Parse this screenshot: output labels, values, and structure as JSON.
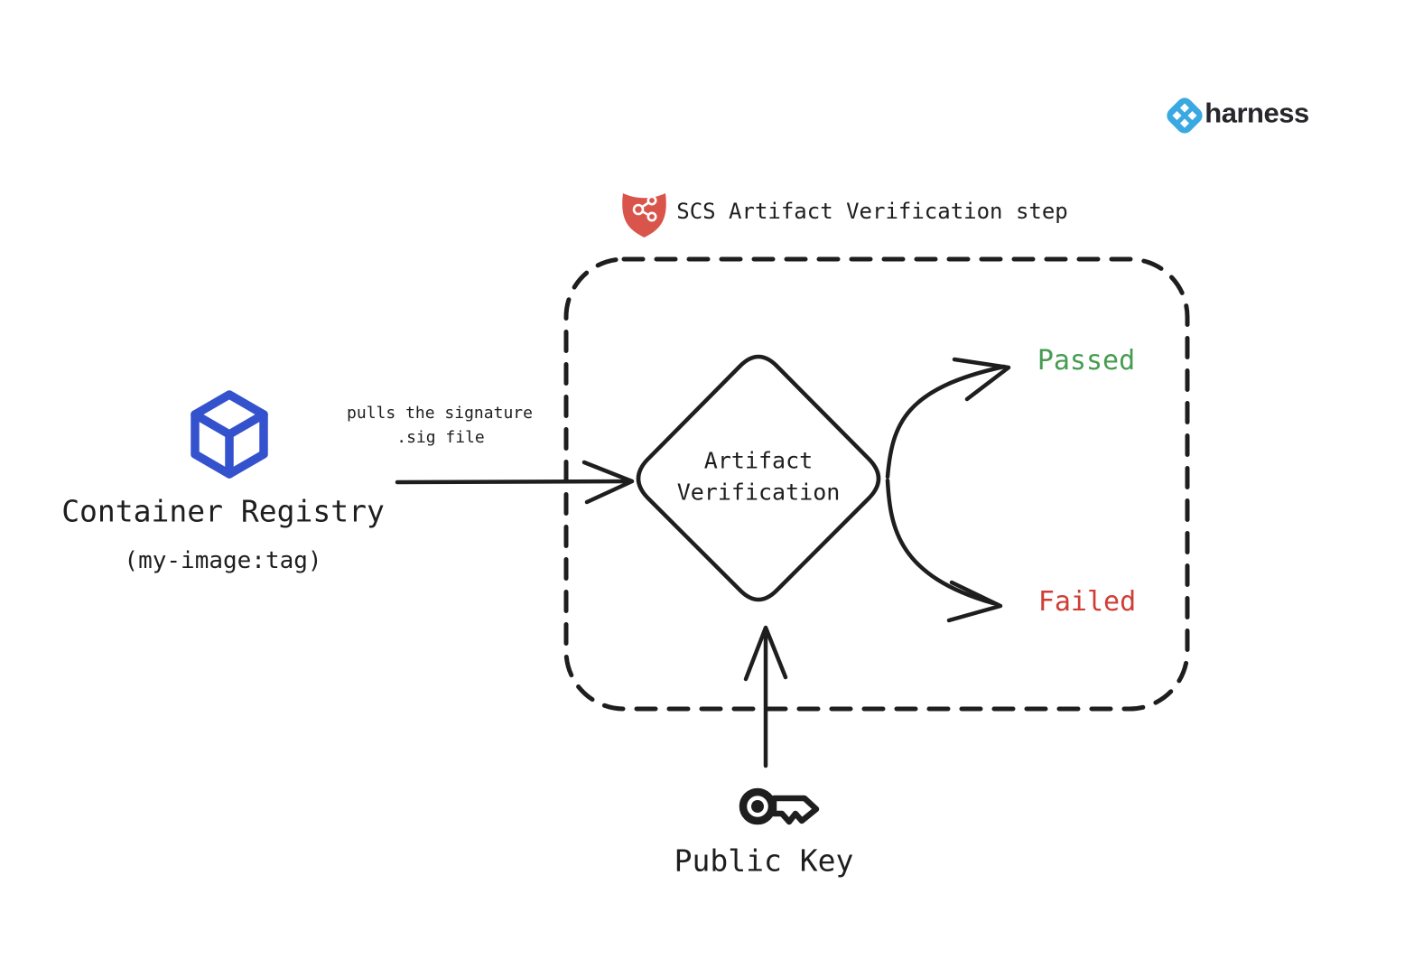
{
  "canvas": {
    "background": "#ffffff",
    "ink": "#1e1e1e"
  },
  "brand": {
    "wordmark": "harness",
    "icon": "harness-logo-icon",
    "icon_color": "#3aa9e2",
    "text_color": "#26262b"
  },
  "step_header": {
    "icon": "shield-supply-chain-icon",
    "icon_color": "#d9544a",
    "title": "SCS Artifact Verification step"
  },
  "container_registry": {
    "icon": "cube-icon",
    "icon_color": "#3452cd",
    "title": "Container Registry",
    "subtitle": "(my-image:tag)"
  },
  "pull_arrow": {
    "label_line1": "pulls the signature",
    "label_line2": ".sig file"
  },
  "decision": {
    "label_line1": "Artifact",
    "label_line2": "Verification"
  },
  "outcomes": {
    "passed": {
      "label": "Passed",
      "color": "#469c50"
    },
    "failed": {
      "label": "Failed",
      "color": "#cf3e36"
    }
  },
  "public_key": {
    "icon": "key-icon",
    "label": "Public Key"
  }
}
